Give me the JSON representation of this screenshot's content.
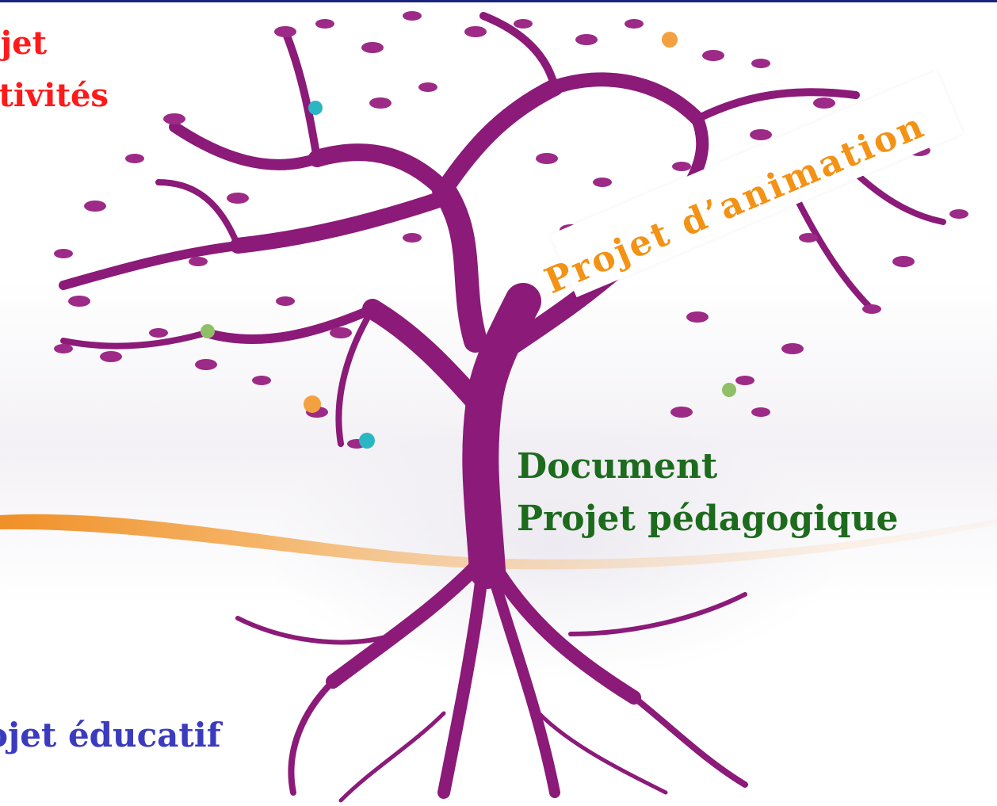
{
  "labels": {
    "activites_line1": "ojet",
    "activites_line2": "ctivités",
    "animation": "Projet d’animation",
    "document_line1": "Document",
    "document_line2": "Projet pédagogique",
    "educatif": "ojet éducatif"
  },
  "colors": {
    "activites": "#ff1a1a",
    "animation": "#f39215",
    "document": "#1d6b1d",
    "educatif": "#3b3bbf",
    "tree": "#8b1a78",
    "top_rule": "#1a237e"
  },
  "icons": [
    "tree-illustration",
    "swoosh-decoration"
  ]
}
